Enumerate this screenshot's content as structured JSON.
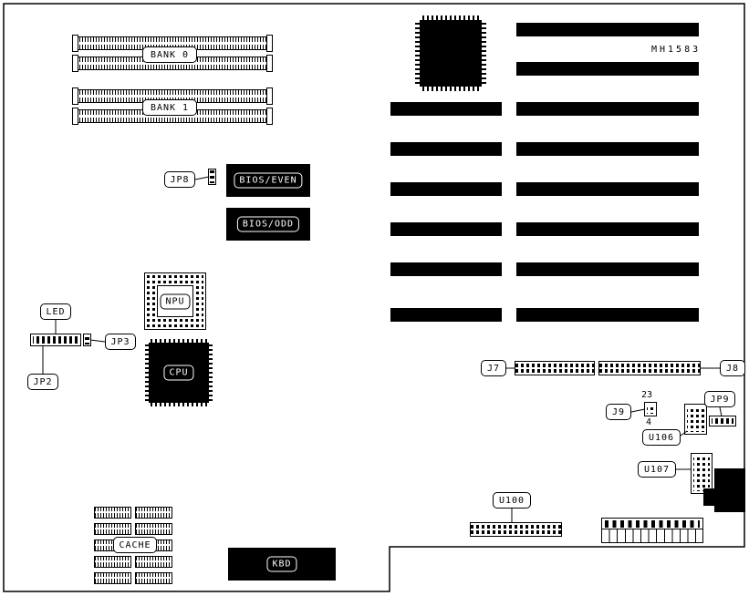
{
  "diagram": {
    "model": "MH1583",
    "components": {
      "bank0": "BANK 0",
      "bank1": "BANK 1",
      "jp8": "JP8",
      "bios_even": "BIOS/EVEN",
      "bios_odd": "BIOS/ODD",
      "npu": "NPU",
      "cpu": "CPU",
      "led": "LED",
      "jp3": "JP3",
      "jp2": "JP2",
      "cache": "CACHE",
      "kbd": "KBD",
      "j7": "J7",
      "j8": "J8",
      "j9": "J9",
      "jp9": "JP9",
      "u106": "U106",
      "u107": "U107",
      "u100": "U100"
    },
    "pins": {
      "j9_top": "23",
      "j9_bottom": "4"
    }
  }
}
